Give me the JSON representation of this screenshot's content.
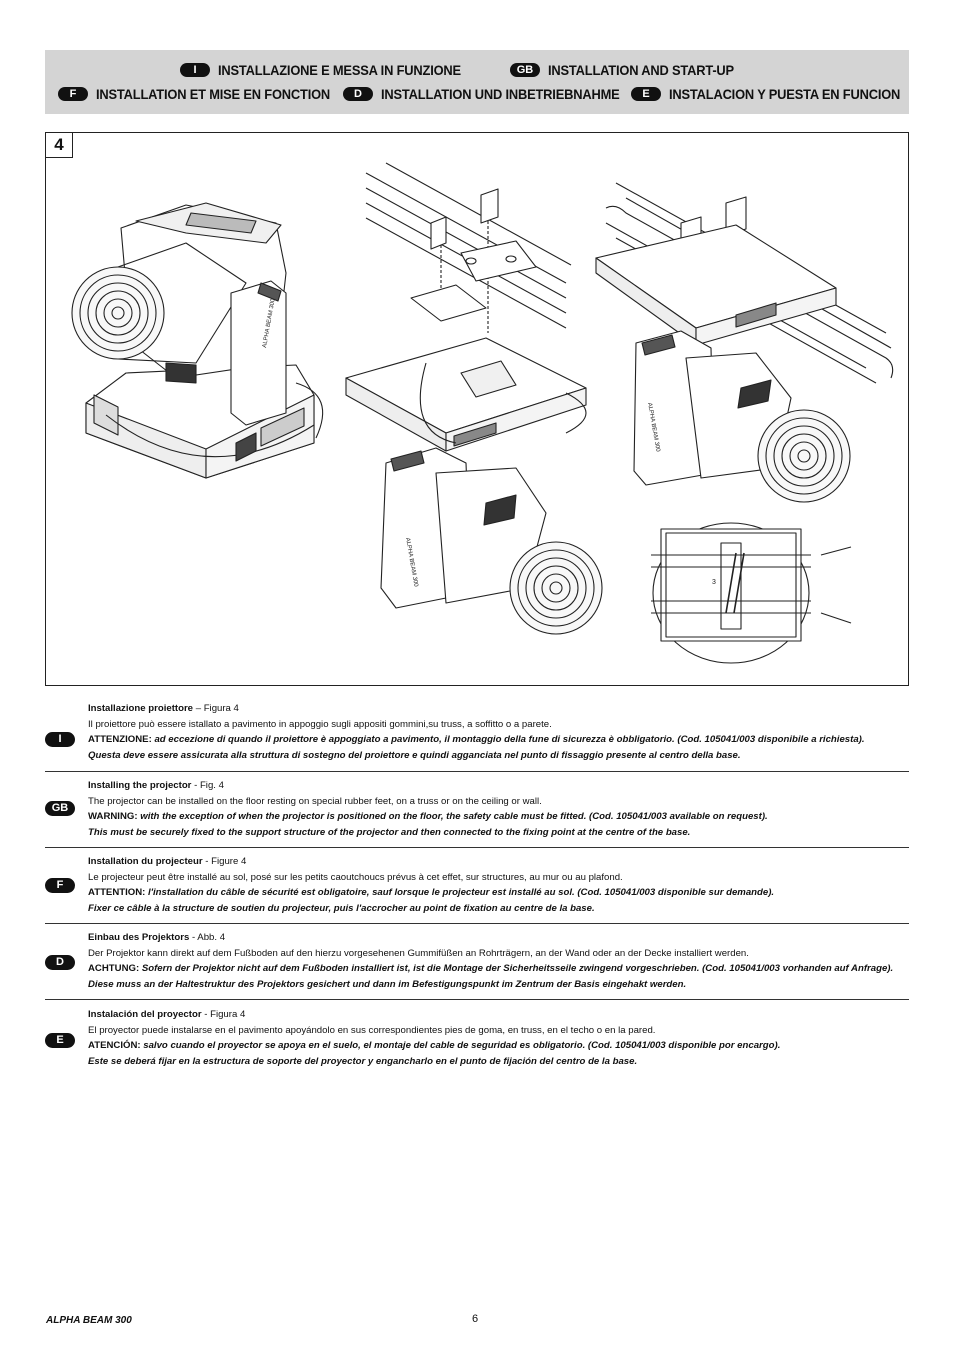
{
  "header": {
    "row1": [
      {
        "code": "I",
        "title": "INSTALLAZIONE E MESSA IN FUNZIONE"
      },
      {
        "code": "GB",
        "title": "INSTALLATION AND START-UP"
      }
    ],
    "row2": [
      {
        "code": "F",
        "title": "INSTALLATION ET MISE EN FONCTION"
      },
      {
        "code": "D",
        "title": "INSTALLATION UND INBETRIEBNAHME"
      },
      {
        "code": "E",
        "title": "INSTALACION Y PUESTA EN FUNCION"
      }
    ]
  },
  "figure": {
    "number": "4",
    "printed_labels": [
      "ALPHA BEAM 300",
      "ALPHA BEAM 300",
      "ALPHA BEAM 300",
      "3"
    ]
  },
  "sections": [
    {
      "code": "I",
      "title": "Installazione proiettore",
      "ref": " – Figura 4",
      "text": "Il proiettore può essere istallato a pavimento in appoggio sugli appositi gommini,su truss, a soffitto o a parete.",
      "warn_lead": "ATTENZIONE:",
      "warn_text": " ad eccezione di quando il proiettore è appoggiato a pavimento, il montaggio della fune di sicurezza è obbligatorio. (Cod. 105041/003 disponibile a richiesta).",
      "warn_line2": "Questa deve essere assicurata alla struttura di sostegno del proiettore e quindi agganciata nel punto di fissaggio presente al centro della base."
    },
    {
      "code": "GB",
      "title": "Installing the projector",
      "ref": " - Fig. 4",
      "text": "The projector can be installed on the floor resting on special rubber feet, on a truss or on the ceiling or wall.",
      "warn_lead": "WARNING:",
      "warn_text": " with the exception of when the projector is positioned on the floor, the safety cable must be fitted. (Cod. 105041/003 available on request).",
      "warn_line2": "This must be securely fixed to the support structure of the projector and then connected to the fixing point at the centre of the base."
    },
    {
      "code": "F",
      "title": "Installation du projecteur",
      "ref": " - Figure 4",
      "text": "Le projecteur peut être installé au sol, posé sur les petits caoutchoucs prévus à cet effet, sur structures, au mur ou au plafond.",
      "warn_lead": "ATTENTION:",
      "warn_text": " l'installation du câble de sécurité est obligatoire, sauf lorsque le projecteur est installé au sol. (Cod. 105041/003 disponible sur demande).",
      "warn_line2": "Fixer ce câble à la structure de soutien du projecteur, puis l'accrocher au point de fixation au centre de la base."
    },
    {
      "code": "D",
      "title": "Einbau des Projektors",
      "ref": " - Abb. 4",
      "text": "Der Projektor kann direkt auf dem Fußboden auf den hierzu vorgesehenen Gummifüßen an Rohrträgern, an der Wand oder an der Decke installiert werden.",
      "warn_lead": "ACHTUNG:",
      "warn_text": " Sofern der Projektor nicht auf dem Fußboden installiert ist, ist die Montage der Sicherheitsseile zwingend vorgeschrieben. (Cod. 105041/003 vorhanden auf Anfrage).",
      "warn_line2": "Diese muss an der Haltestruktur des Projektors gesichert und dann im Befestigungspunkt im Zentrum der Basis eingehakt werden."
    },
    {
      "code": "E",
      "title": "Instalación del proyector",
      "ref": " - Figura 4",
      "text": "El proyector puede instalarse en el pavimento apoyándolo en sus correspondientes pies de goma, en truss, en el techo o en la pared.",
      "warn_lead": "ATENCIÓN:",
      "warn_text": " salvo cuando el proyector se apoya en el suelo, el montaje del cable de seguridad es obligatorio. (Cod. 105041/003 disponible por encargo).",
      "warn_line2": "Este se deberá fijar en la estructura de soporte del proyector y engancharlo en el punto de fijación del centro de la base."
    }
  ],
  "footer": {
    "model": "ALPHA BEAM 300",
    "page": "6"
  }
}
